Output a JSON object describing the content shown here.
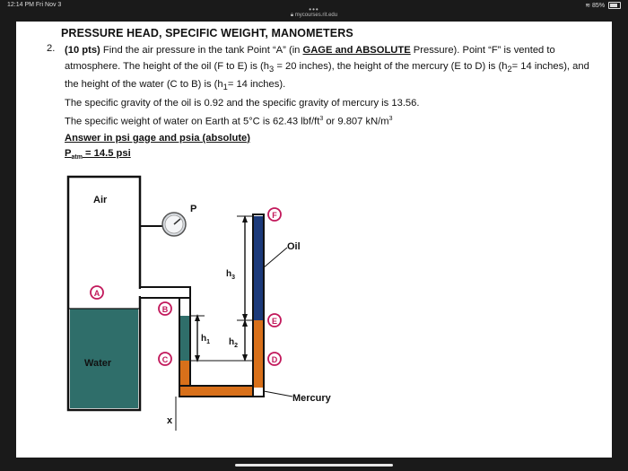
{
  "status": {
    "time": "12:14 PM  Fri Nov 3",
    "battery": "85%",
    "battery_level": 0.85
  },
  "browser": {
    "more_dots": "•••",
    "url": "mycourses.rit.edu"
  },
  "problem": {
    "title": "PRESSURE HEAD, SPECIFIC WEIGHT, MANOMETERS",
    "number": "2.",
    "points": "(10 pts)",
    "text1": " Find the air pressure in the tank Point “A” (in ",
    "gage_abs": "GAGE and ABSOLUTE",
    "text2": " Pressure).  Point “F” is vented to atmosphere. The height of the oil (F to E) is (h",
    "h3_sub": "3",
    "text3": " = 20 inches), the height of the mercury (E to D) is (h",
    "h2_sub": "2",
    "text4": "= 14 inches), and the height of the water (C to B) is (h",
    "h1_sub": "1",
    "text5": "= 14 inches).",
    "sg_line": "The specific gravity of the oil is 0.92 and the specific gravity of mercury is 13.56.",
    "sw_line1": "The specific weight of water on Earth at 5°C is 62.43 lbf/ft",
    "sw_sup1": "3",
    "sw_line2": " or 9.807 kN/m",
    "sw_sup2": "3",
    "answer": "Answer in psi gage and psia (absolute)",
    "patm_p": "P",
    "patm_sub": "atm",
    "patm_val": " = 14.5 psi"
  },
  "diagram": {
    "air": "Air",
    "water": "Water",
    "oil": "Oil",
    "mercury": "Mercury",
    "p": "P",
    "x": "x",
    "A": "A",
    "B": "B",
    "C": "C",
    "D": "D",
    "E": "E",
    "F": "F",
    "h": "h",
    "s1": "1",
    "s2": "2",
    "s3": "3",
    "colors": {
      "water": "#2f6e6a",
      "oil": "#1c3a7a",
      "mercury": "#d8701a",
      "markers": "#c2185b"
    }
  }
}
